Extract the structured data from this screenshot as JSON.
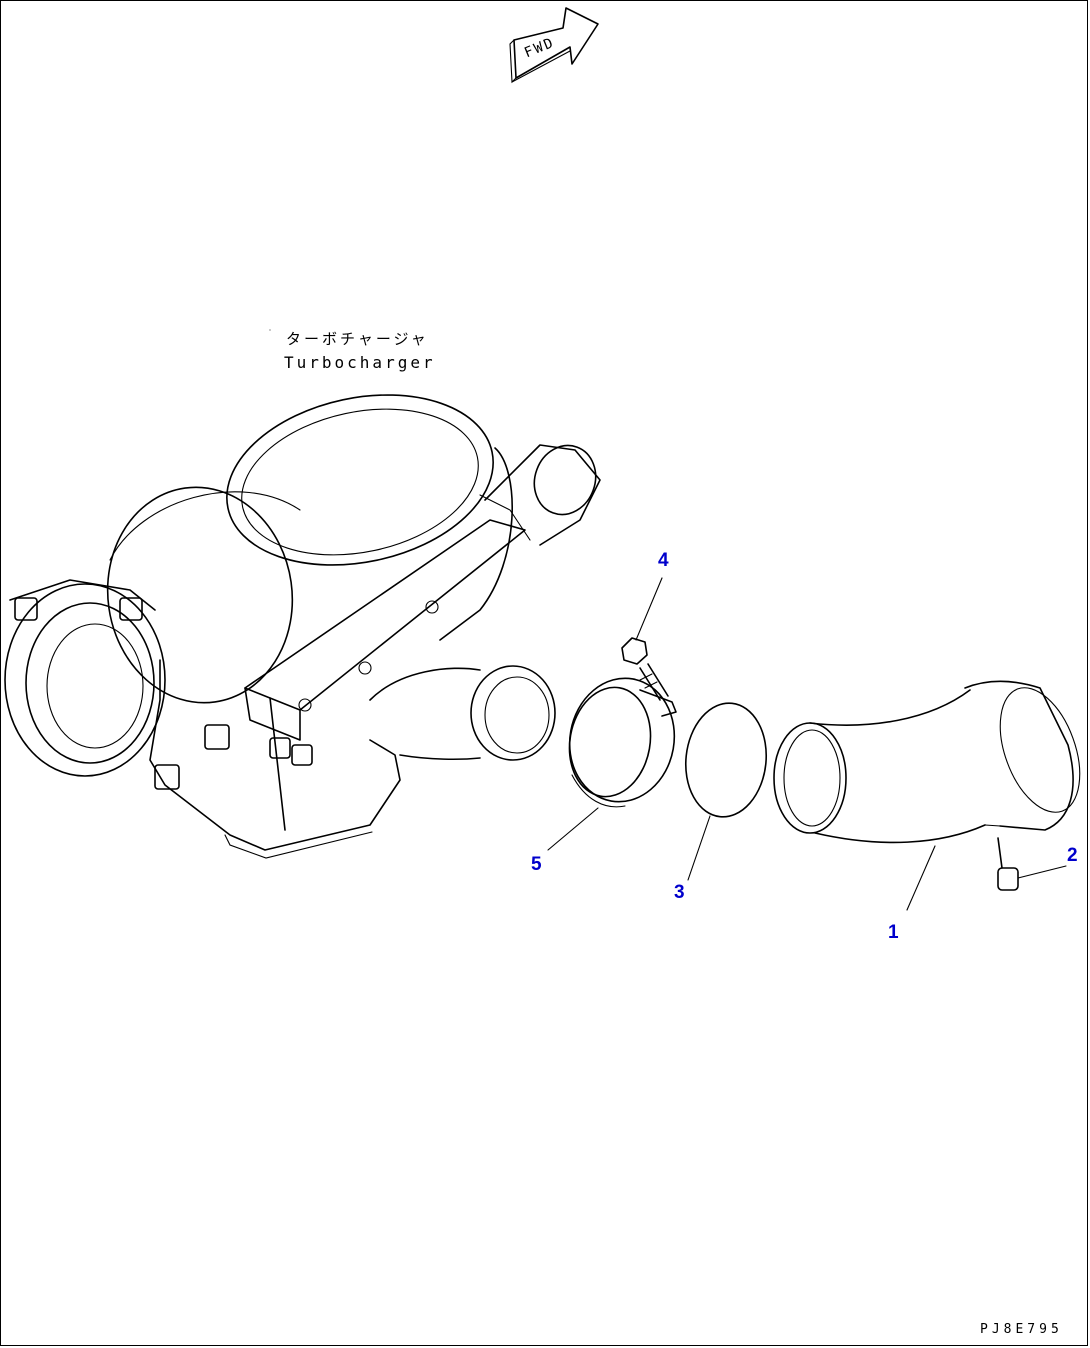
{
  "direction_arrow": {
    "label": "FWD"
  },
  "part_label": {
    "japanese": "ターボチャージャ",
    "english": "Turbocharger"
  },
  "callouts": [
    "1",
    "2",
    "3",
    "4",
    "5"
  ],
  "drawing_code": "PJ8E795"
}
